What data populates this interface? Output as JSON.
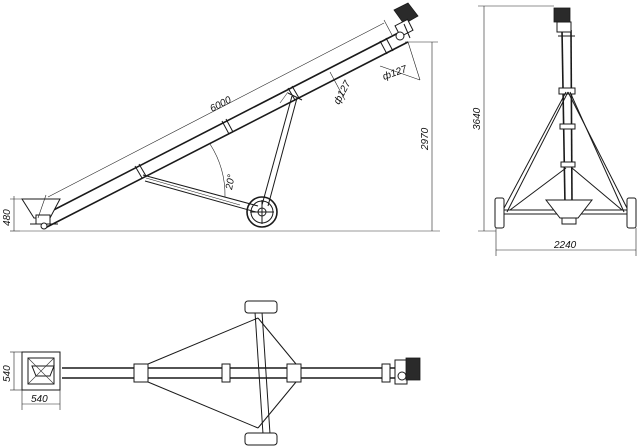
{
  "side_view": {
    "length_dim": "6000",
    "diameter_dim_1": "ф127",
    "diameter_dim_2": "ф127",
    "angle_dim": "20°",
    "inlet_height_dim": "480",
    "total_height_dim": "2970"
  },
  "front_view": {
    "height_dim": "3640",
    "width_dim": "2240"
  },
  "top_view": {
    "hopper_width_dim": "540",
    "hopper_length_dim": "540"
  }
}
